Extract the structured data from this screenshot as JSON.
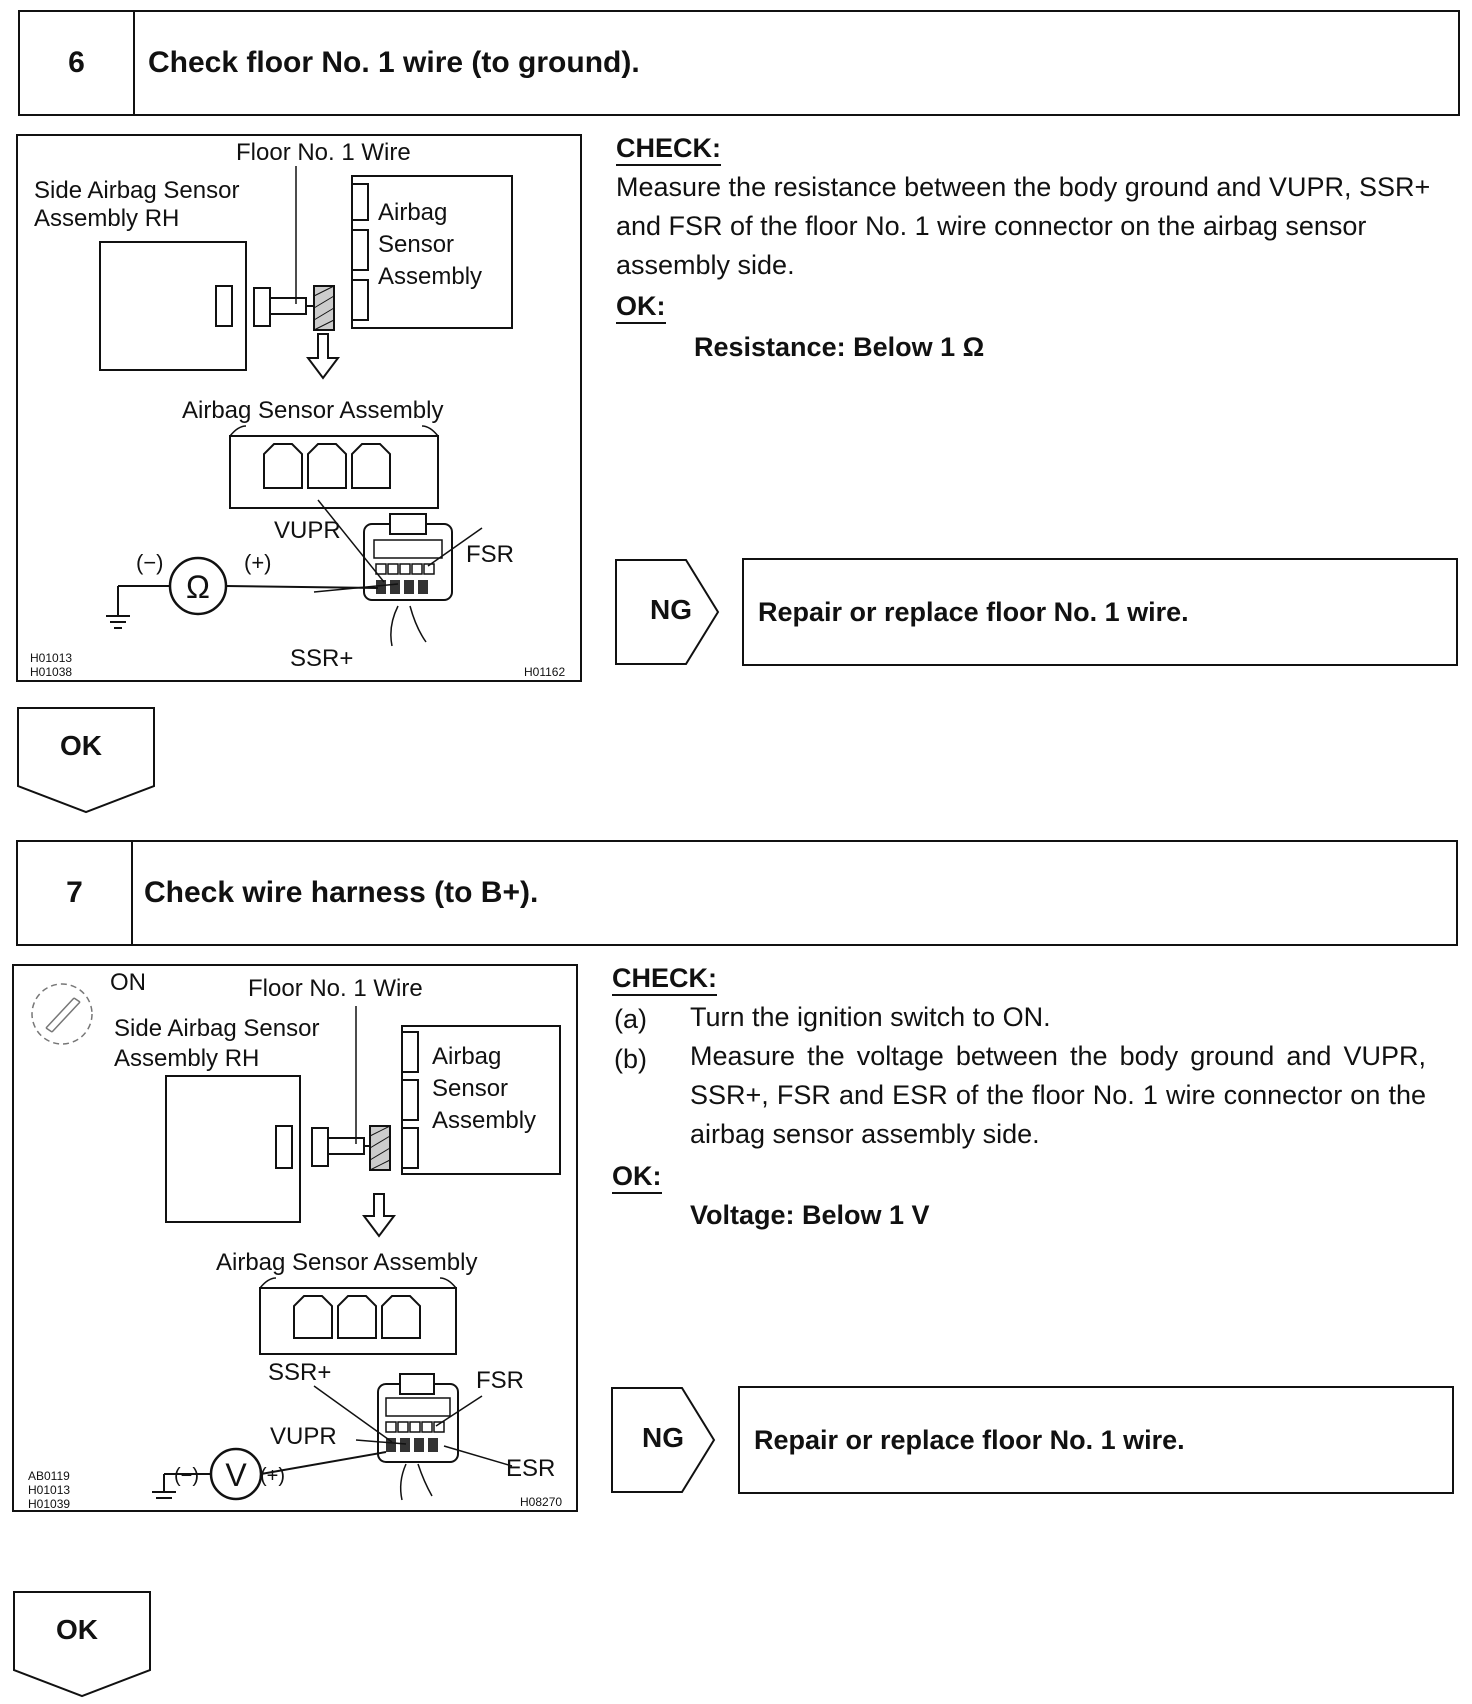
{
  "step6": {
    "number": "6",
    "title": "Check floor No. 1 wire (to ground).",
    "figure": {
      "label_floor_wire": "Floor No. 1 Wire",
      "label_side_sensor_line1": "Side Airbag Sensor",
      "label_side_sensor_line2": "Assembly RH",
      "label_airbag_line1": "Airbag",
      "label_airbag_line2": "Sensor",
      "label_airbag_line3": "Assembly",
      "label_airbag_assembly": "Airbag Sensor Assembly",
      "label_vupr": "VUPR",
      "label_fsr": "FSR",
      "label_ssr": "SSR+",
      "label_minus": "(−)",
      "label_plus": "(+)",
      "meter_symbol": "Ω",
      "code_left_1": "H01013",
      "code_left_2": "H01038",
      "code_right": "H01162"
    },
    "check_heading": "CHECK:",
    "check_text": "Measure the resistance between the body ground and VUPR, SSR+ and FSR of the floor No. 1 wire connector on the airbag sensor assembly side.",
    "ok_heading": "OK:",
    "ok_spec": "Resistance: Below 1 Ω",
    "ng_label": "NG",
    "ng_action": "Repair or replace floor No. 1 wire.",
    "ok_label": "OK"
  },
  "step7": {
    "number": "7",
    "title": "Check wire harness (to B+).",
    "figure": {
      "label_on": "ON",
      "label_floor_wire": "Floor No. 1 Wire",
      "label_side_sensor_line1": "Side Airbag Sensor",
      "label_side_sensor_line2": "Assembly RH",
      "label_airbag_line1": "Airbag",
      "label_airbag_line2": "Sensor",
      "label_airbag_line3": "Assembly",
      "label_airbag_assembly": "Airbag Sensor Assembly",
      "label_ssr": "SSR+",
      "label_fsr": "FSR",
      "label_vupr": "VUPR",
      "label_esr": "ESR",
      "label_minus": "(−)",
      "label_plus": "(+)",
      "meter_symbol": "V",
      "code_left_1": "AB0119",
      "code_left_2": "H01013",
      "code_left_3": "H01039",
      "code_right": "H08270"
    },
    "check_heading": "CHECK:",
    "items": [
      {
        "mark": "(a)",
        "text": "Turn the ignition switch to ON."
      },
      {
        "mark": "(b)",
        "text": "Measure the voltage between the body ground and VUPR, SSR+, FSR and ESR of the floor No. 1 wire connector on the airbag sensor assembly side."
      }
    ],
    "ok_heading": "OK:",
    "ok_spec": "Voltage: Below 1 V",
    "ng_label": "NG",
    "ng_action": "Repair or replace floor No. 1 wire.",
    "ok_label": "OK"
  }
}
